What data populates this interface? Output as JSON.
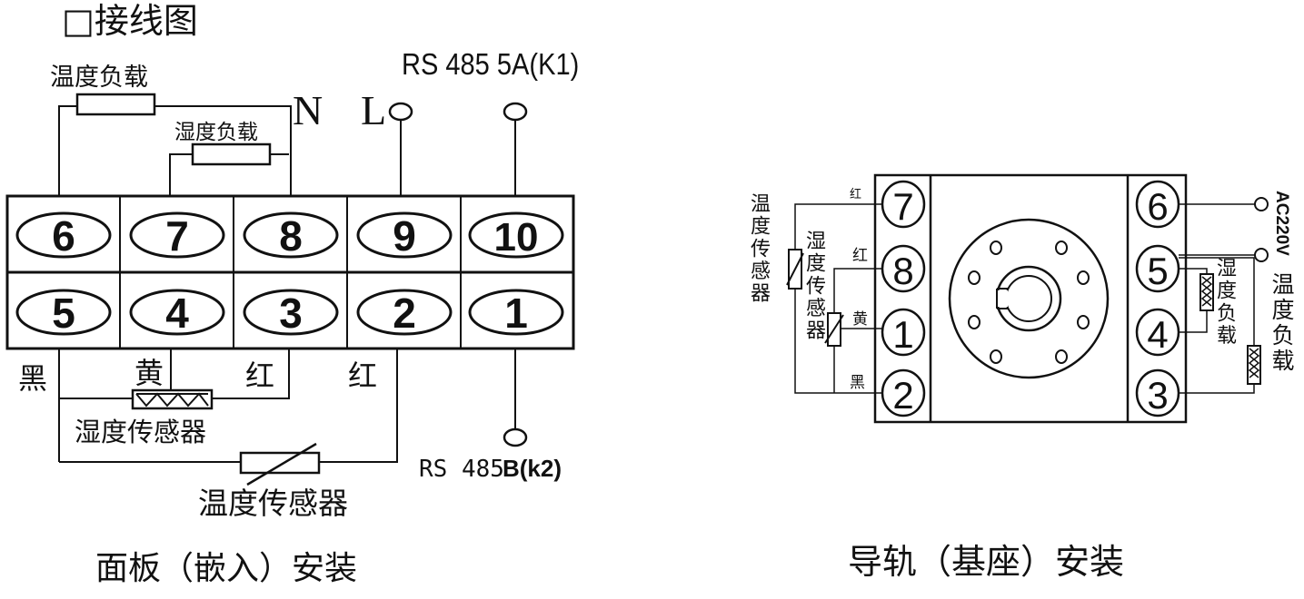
{
  "title": "□接线图",
  "panel": {
    "caption": "面板（嵌入）安装",
    "rs485a": "RS 485 5A(K1)",
    "rs485b_prefix": "RS 485",
    "rs485b_suffix": "B(k2)",
    "label_N": "N",
    "label_L": "L",
    "temp_load": "温度负载",
    "humid_load": "湿度负载",
    "humid_sensor": "湿度传感器",
    "temp_sensor": "温度传感器",
    "wire_black": "黑",
    "wire_yellow": "黄",
    "wire_red_1": "红",
    "wire_red_2": "红",
    "top_terminals": [
      "6",
      "7",
      "8",
      "9",
      "10"
    ],
    "bottom_terminals": [
      "5",
      "4",
      "3",
      "2",
      "1"
    ]
  },
  "rail": {
    "caption": "导轨（基座）安装",
    "left_terminals": [
      "7",
      "8",
      "1",
      "2"
    ],
    "right_terminals": [
      "6",
      "5",
      "4",
      "3"
    ],
    "wire_red_1": "红",
    "wire_red_2": "红",
    "wire_yellow": "黄",
    "wire_black": "黑",
    "temp_sensor": "温度传感器",
    "humid_sensor": "湿度传感器",
    "humid_load": "湿度负载",
    "temp_load": "温度负载",
    "ac": "AC220V"
  }
}
